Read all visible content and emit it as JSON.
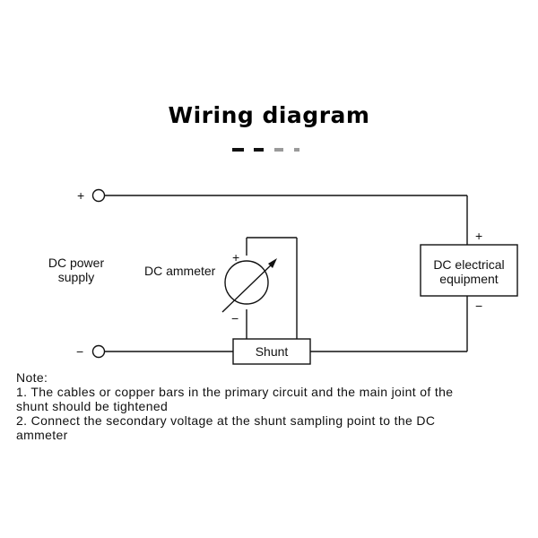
{
  "title": "Wiring diagram",
  "dash_colors": [
    "#111111",
    "#111111",
    "#9a9a9a",
    "#9a9a9a"
  ],
  "terminals": {
    "positive_sign": "+",
    "negative_sign": "−"
  },
  "source": {
    "line1": "DC power",
    "line2": "supply"
  },
  "ammeter": {
    "label": "DC ammeter",
    "plus": "+",
    "minus": "−"
  },
  "equipment": {
    "line1": "DC electrical",
    "line2": "equipment",
    "plus": "+",
    "minus": "−"
  },
  "shunt": {
    "label": "Shunt"
  },
  "notes": {
    "heading": "Note:",
    "line1": "1. The cables or copper bars in the primary circuit and the main joint of the",
    "line2": "shunt should be tightened",
    "line3": "2. Connect the secondary voltage at the shunt sampling point to the DC",
    "line4": "ammeter"
  }
}
